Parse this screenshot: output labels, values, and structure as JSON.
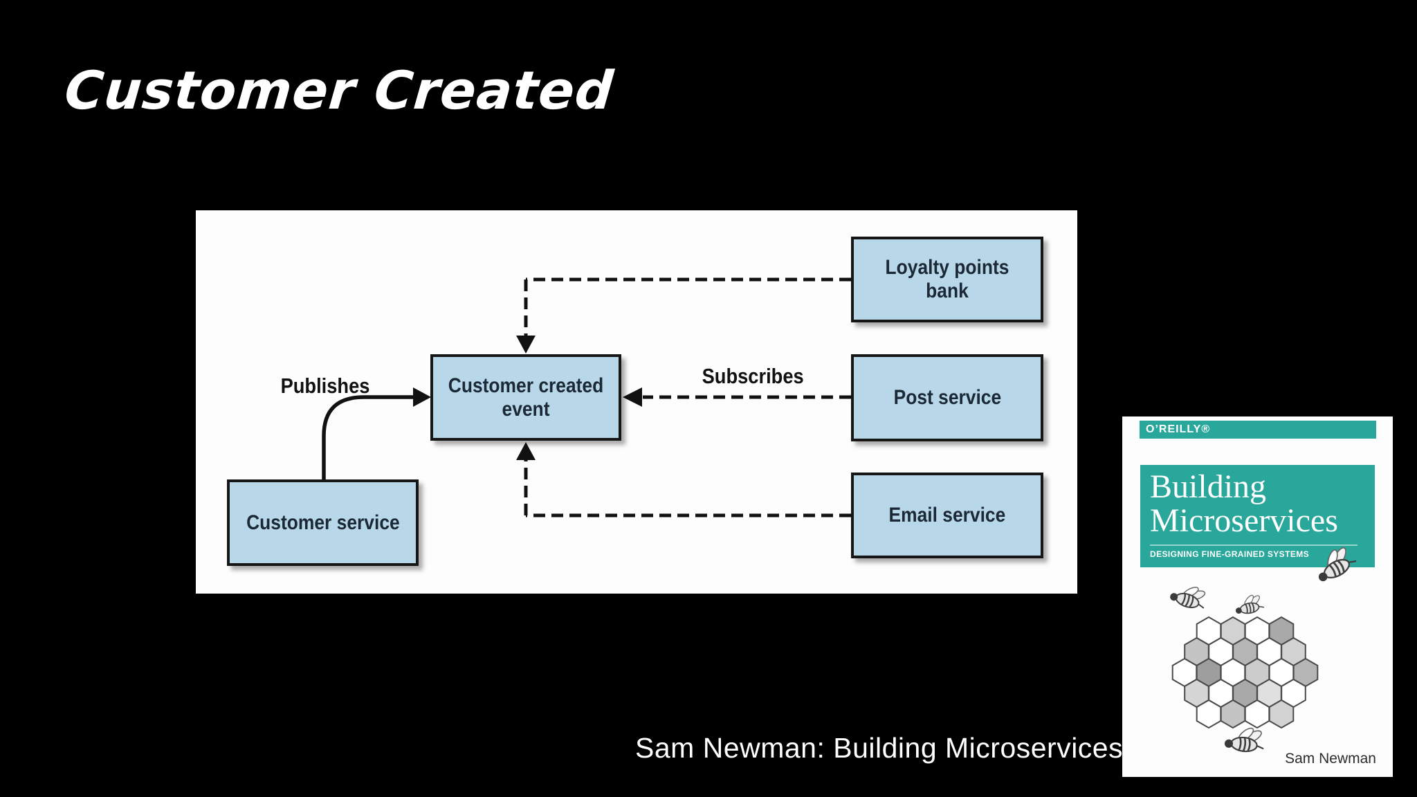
{
  "slide": {
    "title": "Customer Created",
    "caption": "Sam Newman: Building Microservices",
    "background_color": "#000000"
  },
  "diagram": {
    "labels": {
      "publishes": "Publishes",
      "subscribes": "Subscribes"
    },
    "nodes": {
      "customer_service": {
        "label": "Customer service"
      },
      "event": {
        "label": "Customer created event"
      },
      "loyalty": {
        "label": "Loyalty points bank"
      },
      "post": {
        "label": "Post service"
      },
      "email": {
        "label": "Email service"
      }
    },
    "edges": [
      {
        "from": "customer_service",
        "to": "event",
        "style": "solid",
        "meaning": "Publishes"
      },
      {
        "from": "loyalty",
        "to": "event",
        "style": "dashed",
        "meaning": "Subscribes"
      },
      {
        "from": "post",
        "to": "event",
        "style": "dashed",
        "meaning": "Subscribes"
      },
      {
        "from": "email",
        "to": "event",
        "style": "dashed",
        "meaning": "Subscribes"
      }
    ],
    "colors": {
      "canvas": "#fdfdfd",
      "node_fill": "#b8d7e9",
      "node_border": "#161616",
      "node_text": "#1b2836",
      "arrow": "#111111"
    }
  },
  "book": {
    "publisher": "O’REILLY®",
    "title_lines": {
      "0": "Building",
      "1": "Microservices"
    },
    "subtitle": "DESIGNING FINE-GRAINED SYSTEMS",
    "author": "Sam Newman",
    "colors": {
      "teal": "#2aa79b",
      "cover_background": "#fdfdfd"
    }
  }
}
